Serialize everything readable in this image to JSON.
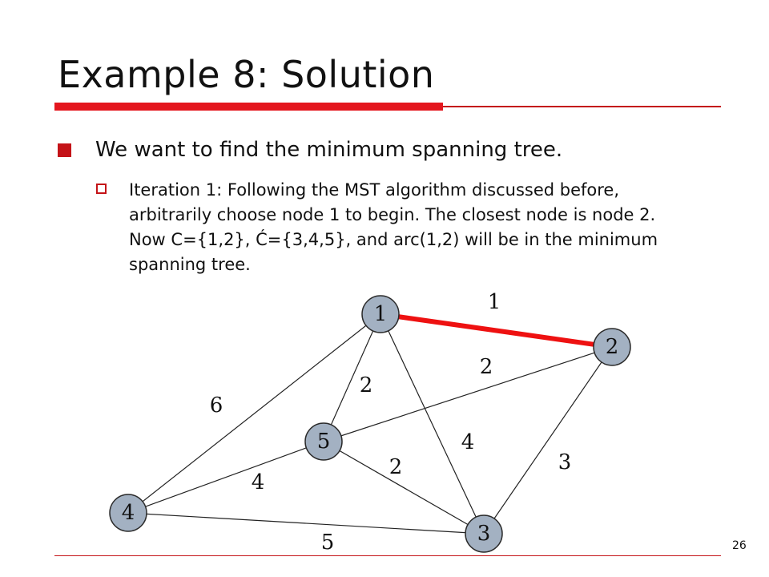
{
  "slide": {
    "title": "Example 8: Solution",
    "bullet_main": "We want to find the minimum spanning tree.",
    "bullet_sub": "Iteration 1: Following the MST algorithm discussed before, arbitrarily choose node 1 to begin. The closest node is node 2. Now C={1,2}, Ć={3,4,5}, and arc(1,2) will be in the minimum spanning tree.",
    "page_number": "26"
  },
  "graph": {
    "node_fill": "#a3b1c2",
    "highlight_color": "#ee1111",
    "nodes": [
      {
        "id": "n1",
        "label": "1"
      },
      {
        "id": "n2",
        "label": "2"
      },
      {
        "id": "n3",
        "label": "3"
      },
      {
        "id": "n4",
        "label": "4"
      },
      {
        "id": "n5",
        "label": "5"
      }
    ],
    "edges": [
      {
        "id": "e12",
        "from": "n1",
        "to": "n2",
        "weight": "1",
        "highlighted": true
      },
      {
        "id": "e14",
        "from": "n1",
        "to": "n4",
        "weight": "6",
        "highlighted": false
      },
      {
        "id": "e15",
        "from": "n1",
        "to": "n5",
        "weight": "2",
        "highlighted": false
      },
      {
        "id": "e13",
        "from": "n1",
        "to": "n3",
        "weight": "4",
        "highlighted": false
      },
      {
        "id": "e25",
        "from": "n2",
        "to": "n5",
        "weight": "2",
        "highlighted": false
      },
      {
        "id": "e23",
        "from": "n2",
        "to": "n3",
        "weight": "3",
        "highlighted": false
      },
      {
        "id": "e53",
        "from": "n5",
        "to": "n3",
        "weight": "2",
        "highlighted": false
      },
      {
        "id": "e54",
        "from": "n5",
        "to": "n4",
        "weight": "4",
        "highlighted": false
      },
      {
        "id": "e43",
        "from": "n4",
        "to": "n3",
        "weight": "5",
        "highlighted": false
      }
    ]
  }
}
